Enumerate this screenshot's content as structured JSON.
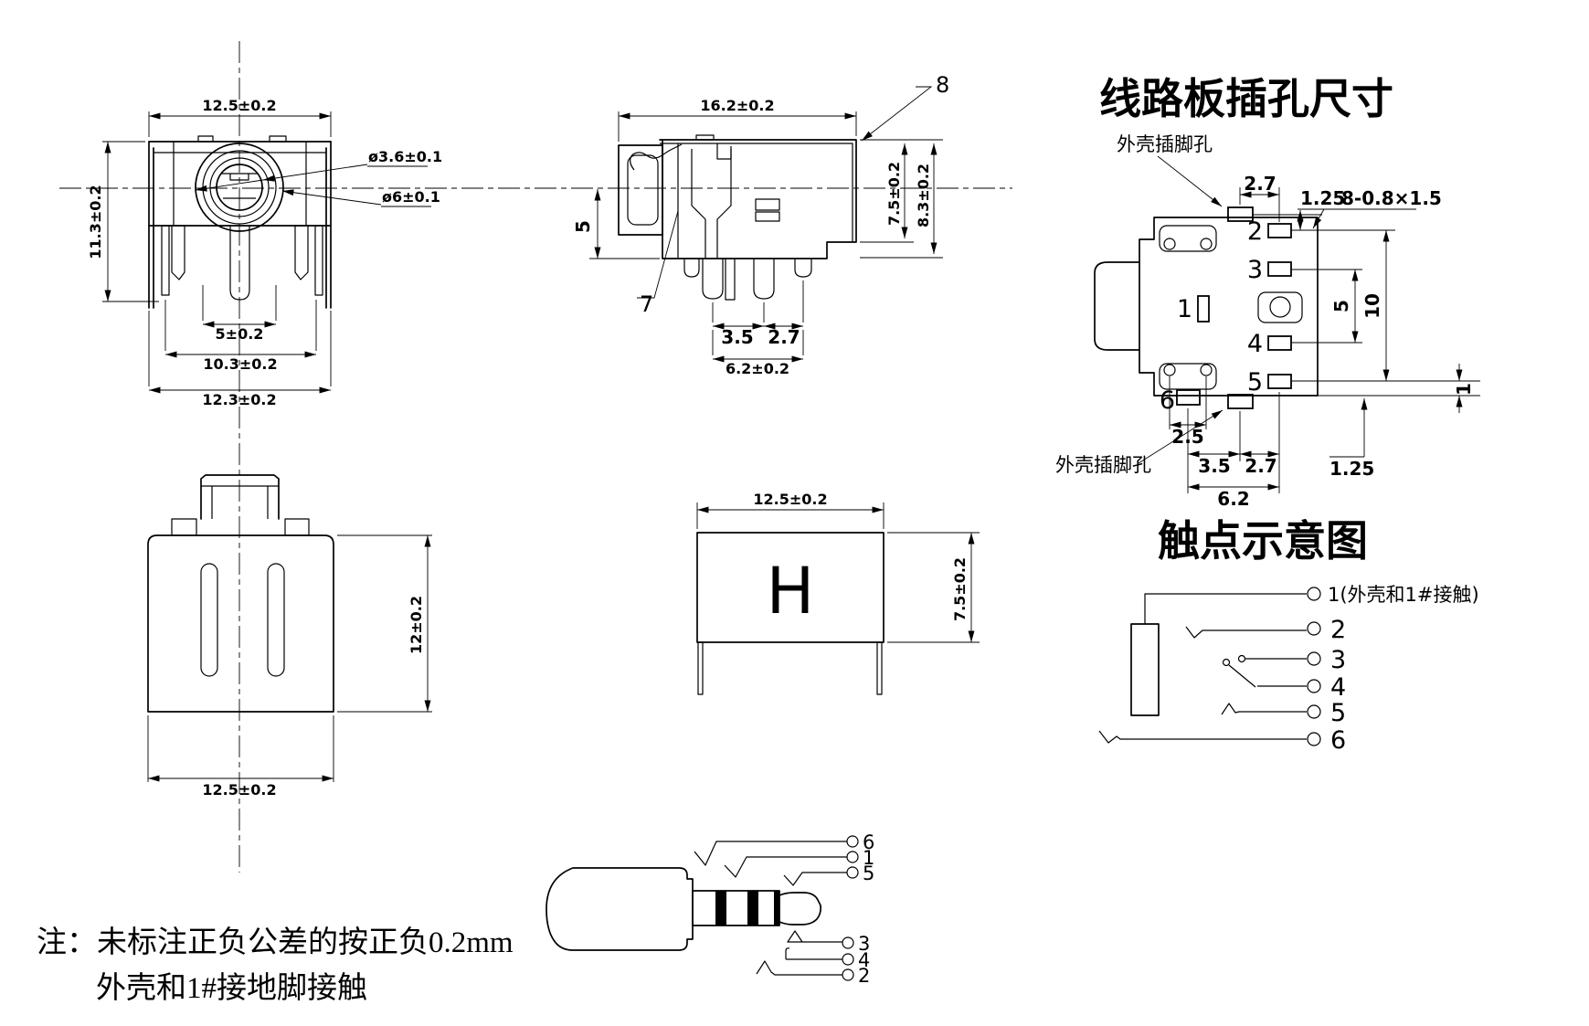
{
  "front_view": {
    "dim_width_top": "12.5±0.2",
    "dim_height": "11.3±0.2",
    "dim_pin_inner": "5±0.2",
    "dim_pin_outer": "10.3±0.2",
    "dim_width_bottom": "12.3±0.2",
    "label_inner_dia": "ø3.6±0.1",
    "label_outer_dia": "ø6±0.1"
  },
  "side_view": {
    "dim_length": "16.2±0.2",
    "dim_front_height": "5",
    "dim_body_height": "7.5±0.2",
    "dim_total_height": "8.3±0.2",
    "dim_pin_pitch_a": "3.5",
    "dim_pin_pitch_b": "2.7",
    "dim_pin_span": "6.2±0.2",
    "callout_spring": "7",
    "callout_shell": "8"
  },
  "bottom_view": {
    "dim_height": "12±0.2",
    "dim_width": "12.5±0.2"
  },
  "top_view": {
    "dim_width": "12.5±0.2",
    "dim_depth": "7.5±0.2",
    "marking": "H"
  },
  "pcb_view": {
    "title": "线路板插孔尺寸",
    "label_shell_hole_top": "外壳插脚孔",
    "label_shell_hole_bottom": "外壳插脚孔",
    "dim_top_pitch": "2.7",
    "dim_top_offset": "1.25",
    "hole_spec": "8-0.8×1.5",
    "dim_mid_span": "5",
    "dim_col_span": "10",
    "dim_edge_offset": "1",
    "dim_circle_pitch": "2.5",
    "dim_bot_pitch_a": "3.5",
    "dim_bot_pitch_b": "2.7",
    "dim_bot_span": "6.2",
    "dim_bot_offset": "1.25",
    "pads": {
      "p1": "1",
      "p2": "2",
      "p3": "3",
      "p4": "4",
      "p5": "5",
      "p6": "6"
    }
  },
  "contact_diagram": {
    "title": "触点示意图",
    "t1": "1(外壳和1#接触)",
    "t2": "2",
    "t3": "3",
    "t4": "4",
    "t5": "5",
    "t6": "6"
  },
  "plug_diagram": {
    "t6": "6",
    "t1": "1",
    "t5": "5",
    "t3": "3",
    "t4": "4",
    "t2": "2"
  },
  "notes": {
    "line1": "注：未标注正负公差的按正负0.2mm",
    "line2": "外壳和1#接地脚接触"
  }
}
